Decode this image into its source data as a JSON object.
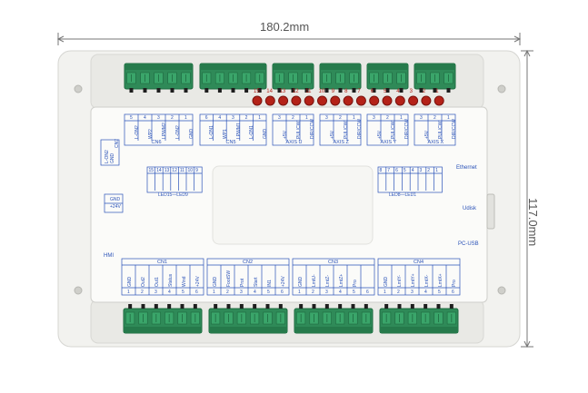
{
  "dimensions": {
    "width": "180.2mm",
    "height": "117.0mm"
  },
  "top_connectors": [
    {
      "label": "CN6",
      "pins": [
        "5",
        "4",
        "3",
        "2",
        "1"
      ],
      "signals": [
        "L-ON2",
        "WP2",
        "LPWM2",
        "L-ON2",
        "GND"
      ]
    },
    {
      "label": "CN5",
      "pins": [
        "6",
        "4",
        "3",
        "2",
        "1"
      ],
      "signals": [
        "L-ON1",
        "WP1",
        "LPWM1",
        "L-ON1",
        "GND"
      ]
    },
    {
      "label": "AXIS U",
      "pins": [
        "3",
        "2",
        "1"
      ],
      "signals": [
        "+5V",
        "PUL/CW",
        "DIR/CCW"
      ]
    },
    {
      "label": "AXIS Z",
      "pins": [
        "3",
        "2",
        "1"
      ],
      "signals": [
        "+5V",
        "PUL/CW",
        "DIR/CCW"
      ]
    },
    {
      "label": "AXIS Y",
      "pins": [
        "3",
        "2",
        "1"
      ],
      "signals": [
        "+5V",
        "PUL/CW",
        "DIR/CCW"
      ]
    },
    {
      "label": "AXIS X",
      "pins": [
        "3",
        "2",
        "1"
      ],
      "signals": [
        "+5V",
        "PUL/CW",
        "DIR/CCW"
      ]
    }
  ],
  "led_numbers": [
    "15",
    "14",
    "13",
    "12",
    "11",
    "10",
    "9",
    "8",
    "7",
    "6",
    "5",
    "4",
    "3",
    "2",
    "1"
  ],
  "led_color": "#b42218",
  "side_labels": {
    "ethernet": "Ethernet",
    "udisk": "Udisk",
    "pcusb": "PC-USB",
    "hmi": "HMI"
  },
  "power_labels": [
    "GND",
    "+24V"
  ],
  "cn7": {
    "label": "CN7",
    "signals": [
      "L-ON2",
      "GND"
    ]
  },
  "led_groups": {
    "left": {
      "label": "LED15—LED9",
      "pins": [
        "15",
        "14",
        "13",
        "12",
        "11",
        "10",
        "9"
      ]
    },
    "right": {
      "label": "LED8—LED1",
      "pins": [
        "8",
        "7",
        "6",
        "5",
        "4",
        "3",
        "2",
        "1"
      ]
    }
  },
  "bottom_connectors": [
    {
      "label": "CN1",
      "pins": [
        "1",
        "2",
        "3",
        "4",
        "5",
        "6"
      ],
      "signals": [
        "GND",
        "Out2",
        "Out1",
        "Status",
        "Wind",
        "+24V"
      ]
    },
    {
      "label": "CN2",
      "pins": [
        "1",
        "2",
        "3",
        "4",
        "5",
        "6"
      ],
      "signals": [
        "GND",
        "FootSW",
        "Prot",
        "Start",
        "IN1",
        "+24V"
      ]
    },
    {
      "label": "CN3",
      "pins": [
        "1",
        "2",
        "3",
        "4",
        "5",
        "6"
      ],
      "signals": [
        "GND",
        "LmtU-",
        "LmtZ-",
        "LmtZ+",
        "Pro"
      ]
    },
    {
      "label": "CN4",
      "pins": [
        "1",
        "2",
        "3",
        "4",
        "5",
        "6"
      ],
      "signals": [
        "GND",
        "LmtY-",
        "LmtY+",
        "LmtX-",
        "LmtX+",
        "Pro"
      ]
    }
  ],
  "colors": {
    "case": "#f2f2ef",
    "panel": "#fbfbf9",
    "terminal": "#2f8a58",
    "label_blue": "#2a52b8"
  }
}
